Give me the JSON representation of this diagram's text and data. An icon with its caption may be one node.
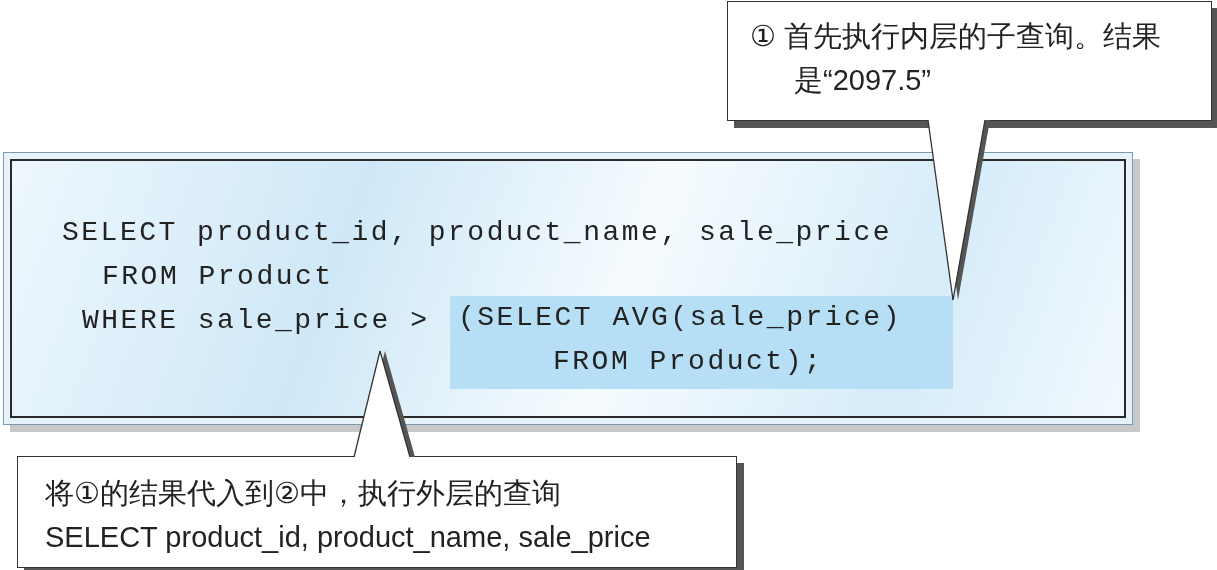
{
  "diagram": {
    "nodes": [
      {
        "text": [
          "① 首先执行内层的子查询。结果是“2097.5”"
        ]
      },
      {
        "text": [
          "SELECT product_id, product_name, sale_price",
          "FROM Product",
          "WHERE sale_price >"
        ]
      },
      {
        "text": [
          "(SELECT AVG(sale_price) FROM Product);"
        ],
        "in": 1
      },
      {
        "text": [
          "将①的结果代入到②中，执行外层的查询",
          "SELECT product_id, product_name, sale_price"
        ]
      }
    ],
    "edges": [
      {
        "from": 0,
        "to": 2,
        "arrow": "none"
      },
      {
        "from": 3,
        "to": null,
        "arrow": "none"
      }
    ]
  }
}
